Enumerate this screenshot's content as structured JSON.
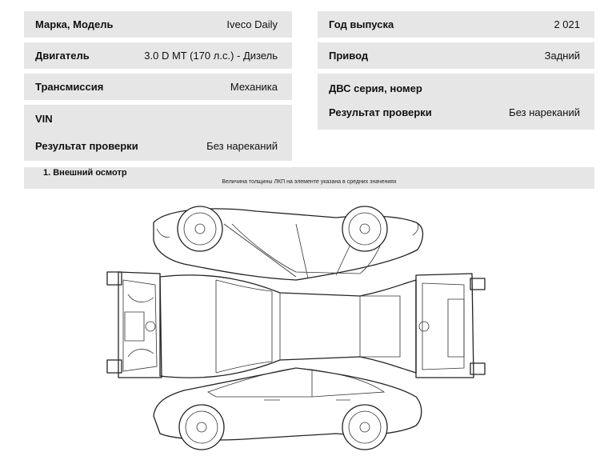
{
  "left_panel": {
    "make_model": {
      "label": "Марка, Модель",
      "value": "Iveco Daily"
    },
    "engine": {
      "label": "Двигатель",
      "value": "3.0 D MT (170 л.с.) - Дизель"
    },
    "transmission": {
      "label": "Трансмиссия",
      "value": "Механика"
    },
    "vin": {
      "label": "VIN",
      "value": ""
    },
    "check_result": {
      "label": "Результат проверки",
      "value": "Без нареканий"
    }
  },
  "right_panel": {
    "year": {
      "label": "Год выпуска",
      "value": "2 021"
    },
    "drive": {
      "label": "Привод",
      "value": "Задний"
    },
    "engine_serial": {
      "label": "ДВС серия, номер",
      "value": ""
    },
    "check_result": {
      "label": "Результат проверки",
      "value": "Без нареканий"
    }
  },
  "section": {
    "title": "1. Внешний осмотр",
    "note": "Величина толщины ЛКП на элементе указана в средних значениях"
  }
}
